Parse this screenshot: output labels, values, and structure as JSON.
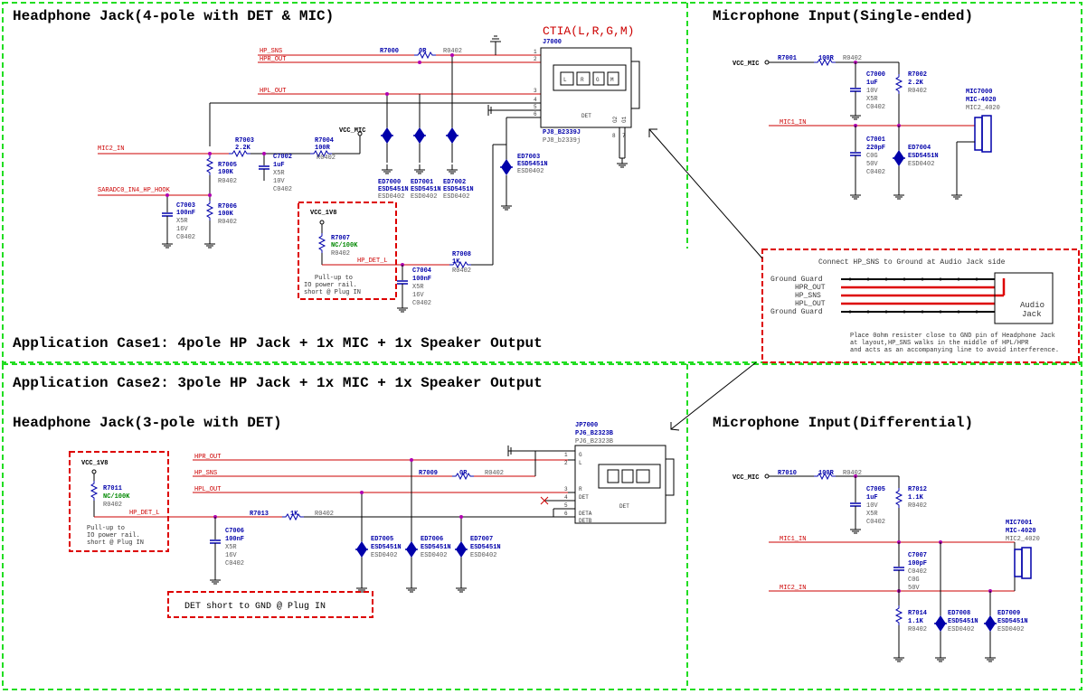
{
  "top": {
    "hp_title": "Headphone Jack(4-pole with DET & MIC)",
    "mic_title": "Microphone Input(Single-ended)",
    "case1": "Application Case1: 4pole HP Jack + 1x MIC + 1x Speaker Output",
    "ctia": "CTIA(L,R,G,M)",
    "nets": {
      "hp_sns": "HP_SNS",
      "hpr_out": "HPR_OUT",
      "hpl_out": "HPL_OUT",
      "mic2_in": "MIC2_IN",
      "saradc": "SARADC0_IN4_HP_HOOK",
      "hp_det_l": "HP_DET_L",
      "vcc_mic": "VCC_MIC",
      "vcc_1v8": "VCC_1V8",
      "mic1_in": "MIC1_IN",
      "vcc_mic_r": "VCC_MIC"
    },
    "r7000": {
      "ref": "R7000",
      "val": "0R",
      "fp": "R0402"
    },
    "j7000": {
      "ref": "J7000",
      "part": "PJ8_B2339J",
      "fp": "PJ8_b2339j",
      "det": "DET",
      "pins_l": [
        "1",
        "2",
        "3",
        "4",
        "5",
        "6"
      ],
      "pins_b": [
        "8",
        "7"
      ],
      "g": [
        "G1",
        "G2"
      ],
      "lbl": [
        "L",
        "R",
        "G",
        "M"
      ]
    },
    "r7003": {
      "ref": "R7003",
      "val": "2.2K",
      "fp": "R0402"
    },
    "c7002": {
      "ref": "C7002",
      "val": "1uF",
      "a": "X5R",
      "b": "10V",
      "fp": "C0402"
    },
    "r7004": {
      "ref": "R7004",
      "val": "100R",
      "fp": "R0402"
    },
    "r7005": {
      "ref": "R7005",
      "val": "100K",
      "fp": "R0402"
    },
    "r7006": {
      "ref": "R7006",
      "val": "100K",
      "fp": "R0402"
    },
    "c7003": {
      "ref": "C7003",
      "val": "100nF",
      "a": "X5R",
      "b": "16V",
      "fp": "C0402"
    },
    "ed7000": {
      "ref": "ED7000",
      "val": "ESD5451N",
      "fp": "ESD0402"
    },
    "ed7001": {
      "ref": "ED7001",
      "val": "ESD5451N",
      "fp": "ESD0402"
    },
    "ed7002": {
      "ref": "ED7002",
      "val": "ESD5451N",
      "fp": "ESD0402"
    },
    "ed7003": {
      "ref": "ED7003",
      "val": "ESD5451N",
      "fp": "ESD0402"
    },
    "r7007": {
      "ref": "R7007",
      "val": "NC/100K",
      "fp": "R0402"
    },
    "pullup1": [
      "Pull-up to",
      "IO power rail.",
      "short @ Plug IN"
    ],
    "c7004": {
      "ref": "C7004",
      "val": "100nF",
      "a": "X5R",
      "b": "16V",
      "fp": "C0402"
    },
    "r7008": {
      "ref": "R7008",
      "val": "1K",
      "fp": "R0402"
    },
    "r7001": {
      "ref": "R7001",
      "val": "100R",
      "fp": "R0402"
    },
    "c7000": {
      "ref": "C7000",
      "val": "1uF",
      "a": "10V",
      "b": "X5R",
      "fp": "C0402"
    },
    "r7002": {
      "ref": "R7002",
      "val": "2.2K",
      "fp": "R0402"
    },
    "mic7000": {
      "ref": "MIC7000",
      "val": "MIC-4020",
      "fp": "MIC2_4020"
    },
    "c7001": {
      "ref": "C7001",
      "val": "220pF",
      "a": "C0G",
      "b": "50V",
      "fp": "C0402"
    },
    "ed7004": {
      "ref": "ED7004",
      "val": "ESD5451N",
      "fp": "ESD0402"
    },
    "callout": {
      "title": "Connect HP_SNS to Ground at Audio Jack side",
      "lines": [
        "Ground Guard",
        "HPR_OUT",
        "HP_SNS",
        "HPL_OUT",
        "Ground Guard"
      ],
      "jack": [
        "Audio",
        "Jack"
      ],
      "note": [
        "Place 0ohm resister close to GND pin of Headphone Jack",
        "at layout,HP_SNS walks in the middle of HPL/HPR",
        "and acts as an accompanying line to avoid interference."
      ]
    }
  },
  "bottom": {
    "case2": "Application Case2: 3pole HP Jack + 1x MIC + 1x Speaker Output",
    "hp_title": "Headphone Jack(3-pole with DET)",
    "mic_title": "Microphone Input(Differential)",
    "nets": {
      "hpr_out": "HPR_OUT",
      "hp_sns": "HP_SNS",
      "hpl_out": "HPL_OUT",
      "hp_det_l": "HP_DET_L",
      "vcc_1v8": "VCC_1V8",
      "vcc_mic": "VCC_MIC",
      "mic1_in": "MIC1_IN",
      "mic2_in": "MIC2_IN"
    },
    "r7011": {
      "ref": "R7011",
      "val": "NC/100K",
      "fp": "R0402"
    },
    "pullup2": [
      "Pull-up to",
      "IO power rail.",
      "short @ Plug IN"
    ],
    "c7006": {
      "ref": "C7006",
      "val": "100nF",
      "a": "X5R",
      "b": "16V",
      "fp": "C0402"
    },
    "r7013": {
      "ref": "R7013",
      "val": "1K",
      "fp": "R0402"
    },
    "r7009": {
      "ref": "R7009",
      "val": "0R",
      "fp": "R0402"
    },
    "jp7000": {
      "ref": "JP7000",
      "part": "PJ6_B2323B",
      "fp": "PJ6_B2323B",
      "det": "DET",
      "pins": [
        "1",
        "2",
        "3",
        "4",
        "5",
        "6"
      ],
      "pinlbl": [
        "G",
        "L",
        "R",
        "DET",
        "DETA",
        "DETB"
      ]
    },
    "ed7005": {
      "ref": "ED7005",
      "val": "ESD5451N",
      "fp": "ESD0402"
    },
    "ed7006": {
      "ref": "ED7006",
      "val": "ESD5451N",
      "fp": "ESD0402"
    },
    "ed7007": {
      "ref": "ED7007",
      "val": "ESD5451N",
      "fp": "ESD0402"
    },
    "det_note": "DET short to GND @ Plug IN",
    "r7010": {
      "ref": "R7010",
      "val": "100R",
      "fp": "R0402"
    },
    "c7005": {
      "ref": "C7005",
      "val": "1uF",
      "a": "10V",
      "b": "X5R",
      "fp": "C0402"
    },
    "r7012": {
      "ref": "R7012",
      "val": "1.1K",
      "fp": "R0402"
    },
    "mic7001": {
      "ref": "MIC7001",
      "val": "MIC-4020",
      "fp": "MIC2_4020"
    },
    "c7007": {
      "ref": "C7007",
      "val": "100pF",
      "a": "C0402",
      "b": "C0G",
      "c": "50V"
    },
    "r7014": {
      "ref": "R7014",
      "val": "1.1K",
      "fp": "R0402"
    },
    "ed7008": {
      "ref": "ED7008",
      "val": "ESD5451N",
      "fp": "ESD0402"
    },
    "ed7009": {
      "ref": "ED7009",
      "val": "ESD5451N",
      "fp": "ESD0402"
    }
  }
}
